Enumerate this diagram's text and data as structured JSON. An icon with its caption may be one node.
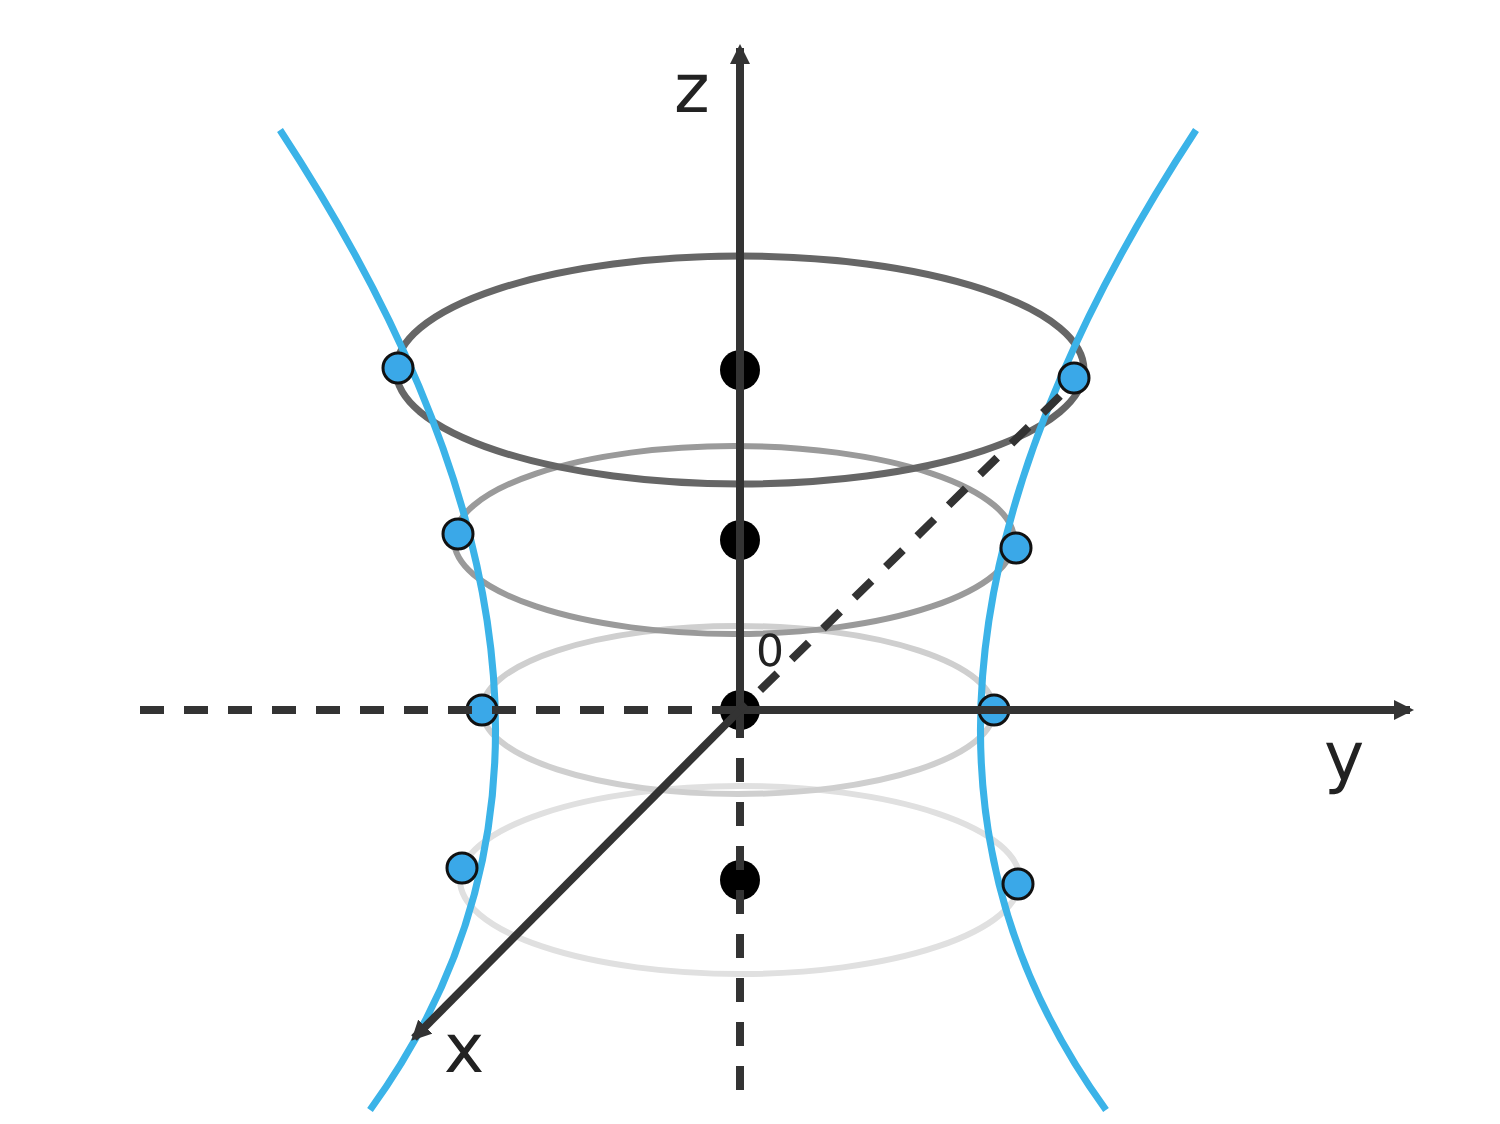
{
  "diagram": {
    "labels": [
      "z",
      "0",
      "y",
      "x"
    ]
  }
}
